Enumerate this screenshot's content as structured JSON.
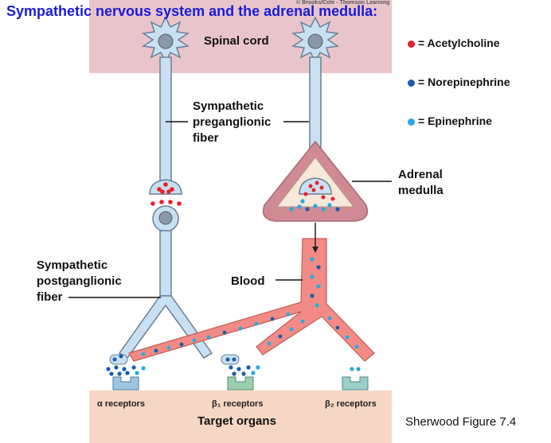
{
  "title": "Sympathetic nervous system and the adrenal medulla:",
  "credit": "© Brooks/Cole - Thomson Learning",
  "labels": {
    "spinal_cord": "Spinal cord",
    "preganglionic": [
      "Sympathetic",
      "preganglionic",
      "fiber"
    ],
    "postganglionic": [
      "Sympathetic",
      "postganglionic",
      "fiber"
    ],
    "adrenal_medulla": [
      "Adrenal",
      "medulla"
    ],
    "blood": "Blood",
    "target_organs": "Target organs",
    "alpha_receptors": "α receptors",
    "beta1_receptors": "β₁ receptors",
    "beta2_receptors": "β₂ receptors"
  },
  "legend": [
    {
      "label": "= Acetylcholine",
      "color": "#e8202a"
    },
    {
      "label": "= Norepinephrine",
      "color": "#1a5cab"
    },
    {
      "label": "= Epinephrine",
      "color": "#29a9e0"
    }
  ],
  "figure_ref": "Sherwood Figure 7.4",
  "colors": {
    "spinal_band": "#e9c5cb",
    "target_band": "#f6d6c4",
    "neuron_fill": "#c9dff2",
    "neuron_stroke": "#6b7f94",
    "nucleus": "#8a98a8",
    "blood_vessel": "#f28b86",
    "adrenal_outer": "#cf8a94",
    "adrenal_inner": "#f6e8da",
    "receptor_alpha": "#9cc6e2",
    "receptor_beta1": "#9ccfb0",
    "receptor_beta2": "#9ccfcc"
  }
}
